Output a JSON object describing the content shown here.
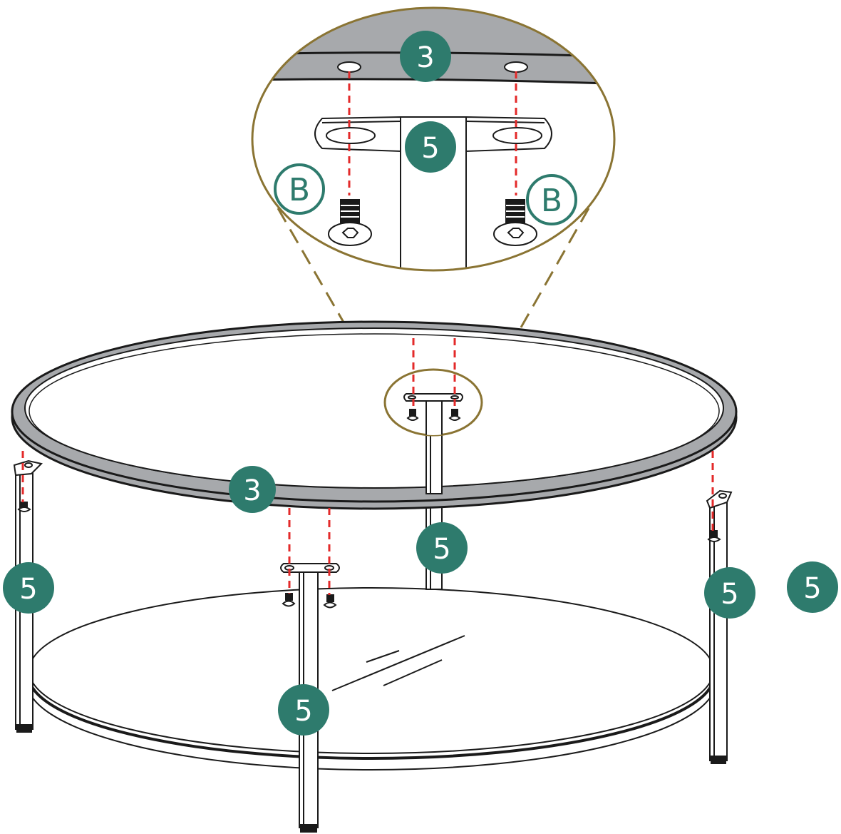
{
  "colors": {
    "badge": "#2e7b6d",
    "outline": "#1a1a1a",
    "guide": "#e32a2a",
    "zoom_frame": "#8a7433",
    "top_grey": "#a7a9ac"
  },
  "labels": {
    "top_part": "3",
    "leg_part": "5",
    "hardware": "B"
  }
}
